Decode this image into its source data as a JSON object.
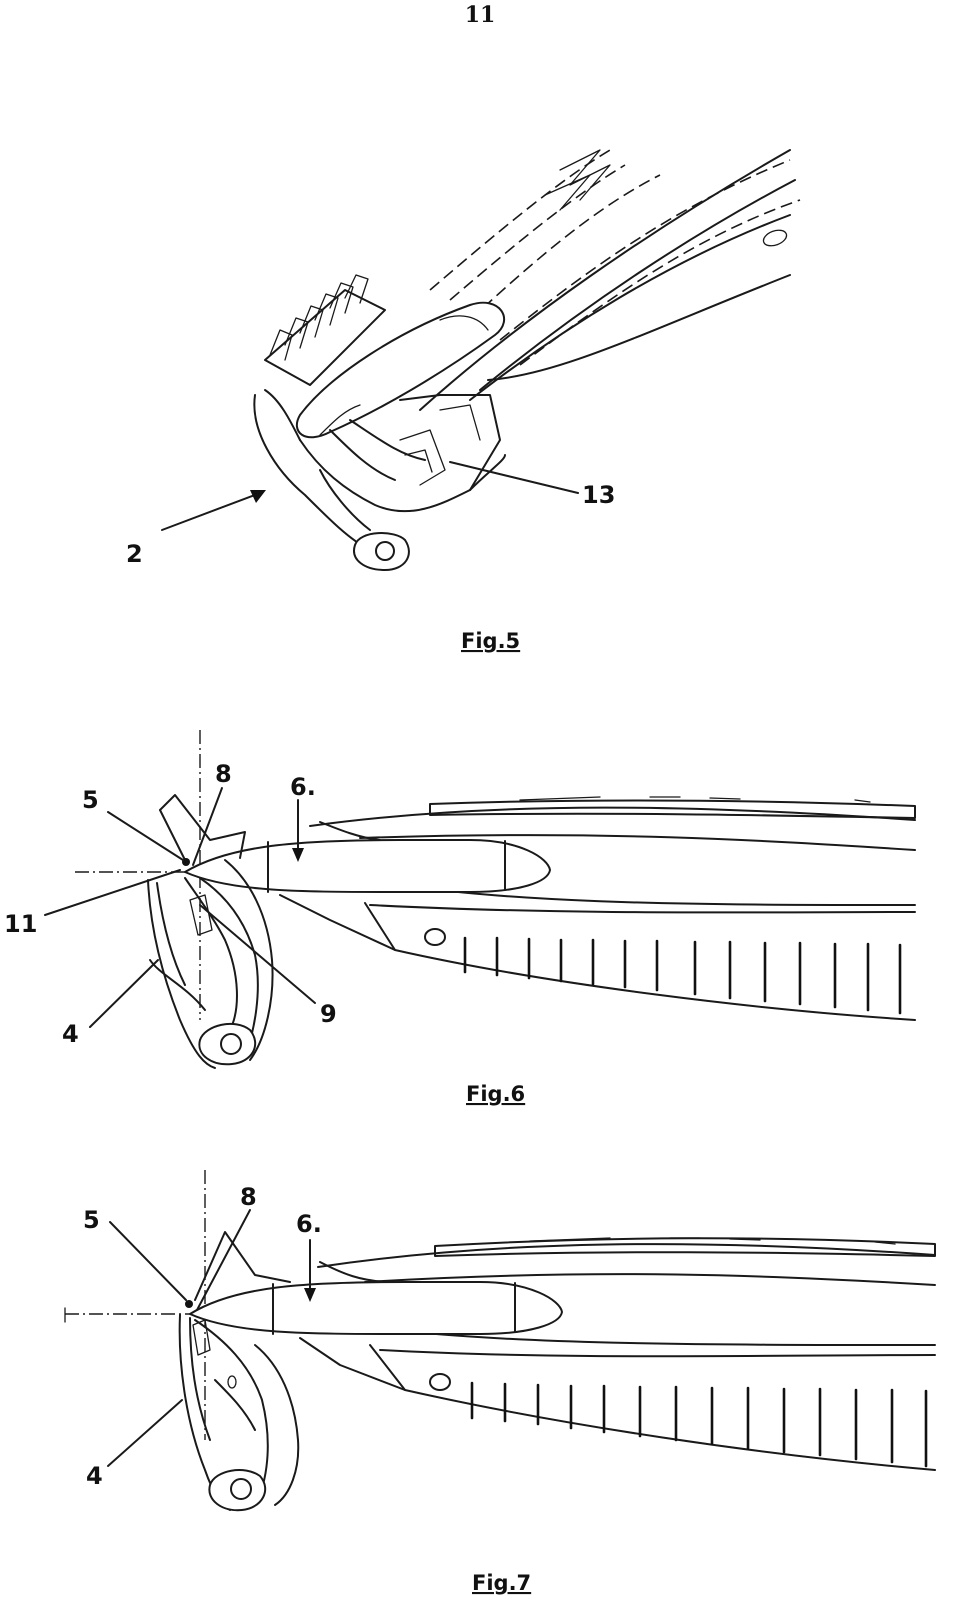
{
  "page": {
    "number": "11"
  },
  "figures": [
    {
      "caption": "Fig.5",
      "labels": [
        "2",
        "13"
      ]
    },
    {
      "caption": "Fig.6",
      "labels": [
        "5",
        "8",
        "6.",
        "11",
        "9",
        "4"
      ]
    },
    {
      "caption": "Fig.7",
      "labels": [
        "5",
        "8",
        "6.",
        "4"
      ]
    }
  ]
}
